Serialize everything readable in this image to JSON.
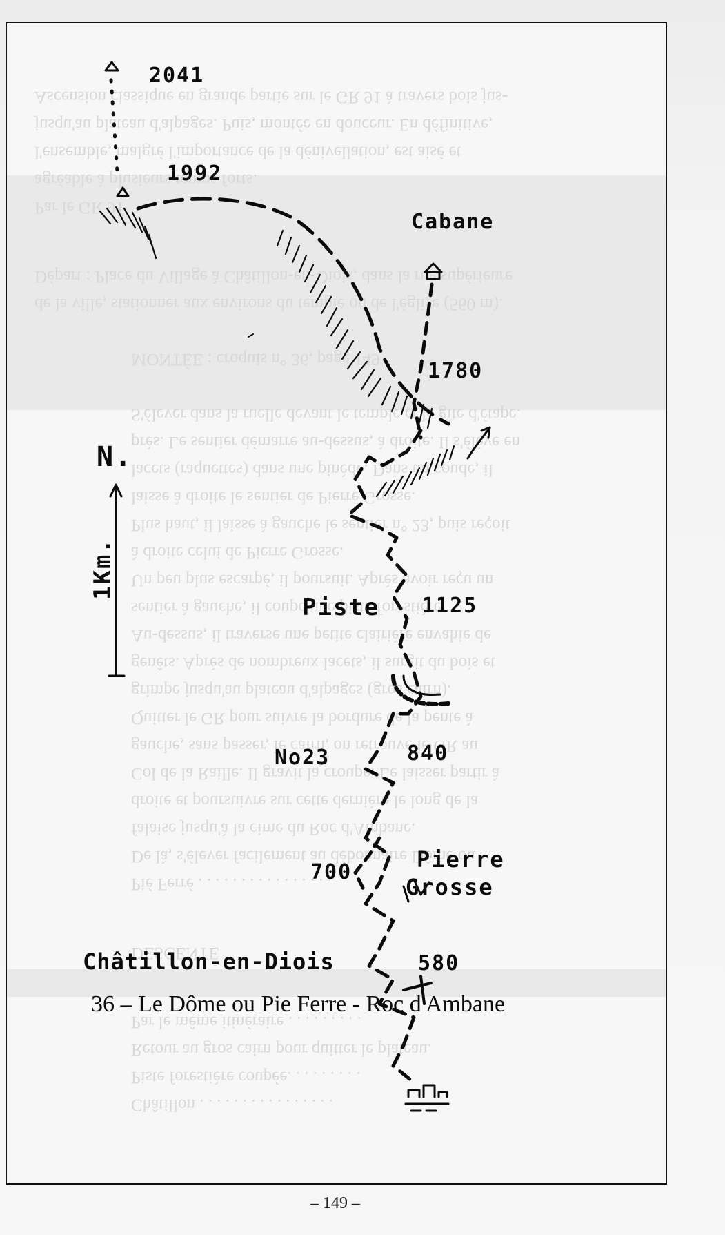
{
  "map": {
    "summits": {
      "high": "2041",
      "lower": "1992"
    },
    "places": {
      "cabane": "Cabane",
      "piste": "Piste",
      "chatillon": "Châtillon-en-Diois",
      "pierre": "Pierre",
      "grosse": "Grosse",
      "no23": "No23"
    },
    "altitudes": {
      "a1780": "1780",
      "a1125": "1125",
      "a840": "840",
      "a700": "700",
      "a580": "580"
    },
    "north_label": "N.",
    "scale_label": "1Km.",
    "caption": "36 – Le Dôme ou Pie Ferre - Roc d'Ambane"
  },
  "page_number": "– 149 –"
}
